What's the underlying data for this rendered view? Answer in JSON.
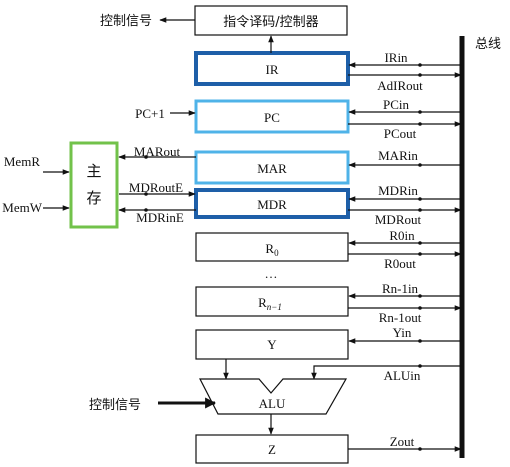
{
  "top": {
    "control_signal_out": "控制信号",
    "decoder": "指令译码/控制器"
  },
  "bus": {
    "label": "总线"
  },
  "memory": {
    "box_line1": "主",
    "box_line2": "存",
    "read_signal": "MemR",
    "write_signal": "MemW"
  },
  "registers": {
    "ir": "IR",
    "pc": "PC",
    "mar": "MAR",
    "mdr": "MDR",
    "r0_main": "R",
    "r0_sub": "0",
    "dots": "…",
    "rn_main": "R",
    "rn_sub": "n−1",
    "y": "Y",
    "alu": "ALU",
    "z": "Z"
  },
  "signals": {
    "ir_in": "IRin",
    "ad_ir_out": "AdIRout",
    "pc_in": "PCin",
    "pc_out": "PCout",
    "pc_plus": "PC+1",
    "mar_in": "MARin",
    "mar_out": "MARout",
    "mdr_in": "MDRin",
    "mdr_out": "MDRout",
    "mdr_out_e": "MDRoutE",
    "mdr_in_e": "MDRinE",
    "r0_in": "R0in",
    "r0_out": "R0out",
    "rn_in": "Rn-1in",
    "rn_out": "Rn-1out",
    "y_in": "Yin",
    "alu_in": "ALUin",
    "alu_control": "控制信号",
    "z_out": "Zout"
  }
}
